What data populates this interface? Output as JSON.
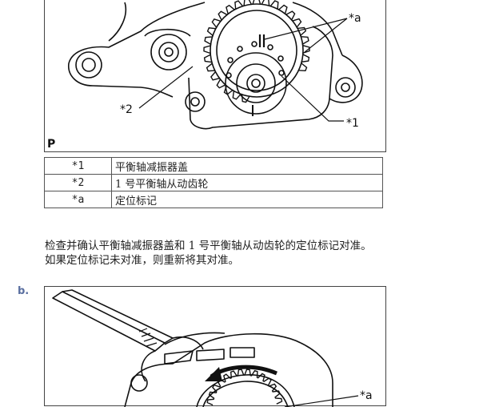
{
  "figure1": {
    "label": "P",
    "callouts": {
      "c1": "*1",
      "c2": "*2",
      "ca": "*a"
    }
  },
  "legend": [
    {
      "code": "*1",
      "desc": "平衡轴减振器盖"
    },
    {
      "code": "*2",
      "desc": "1 号平衡轴从动齿轮"
    },
    {
      "code": "*a",
      "desc": "定位标记"
    }
  ],
  "instructions": {
    "line1": "检查并确认平衡轴减振器盖和 1 号平衡轴从动齿轮的定位标记对准。",
    "line2": "如果定位标记未对准，则重新将其对准。"
  },
  "step": {
    "label": "b."
  },
  "figure2": {
    "callouts": {
      "ca": "*a"
    }
  }
}
